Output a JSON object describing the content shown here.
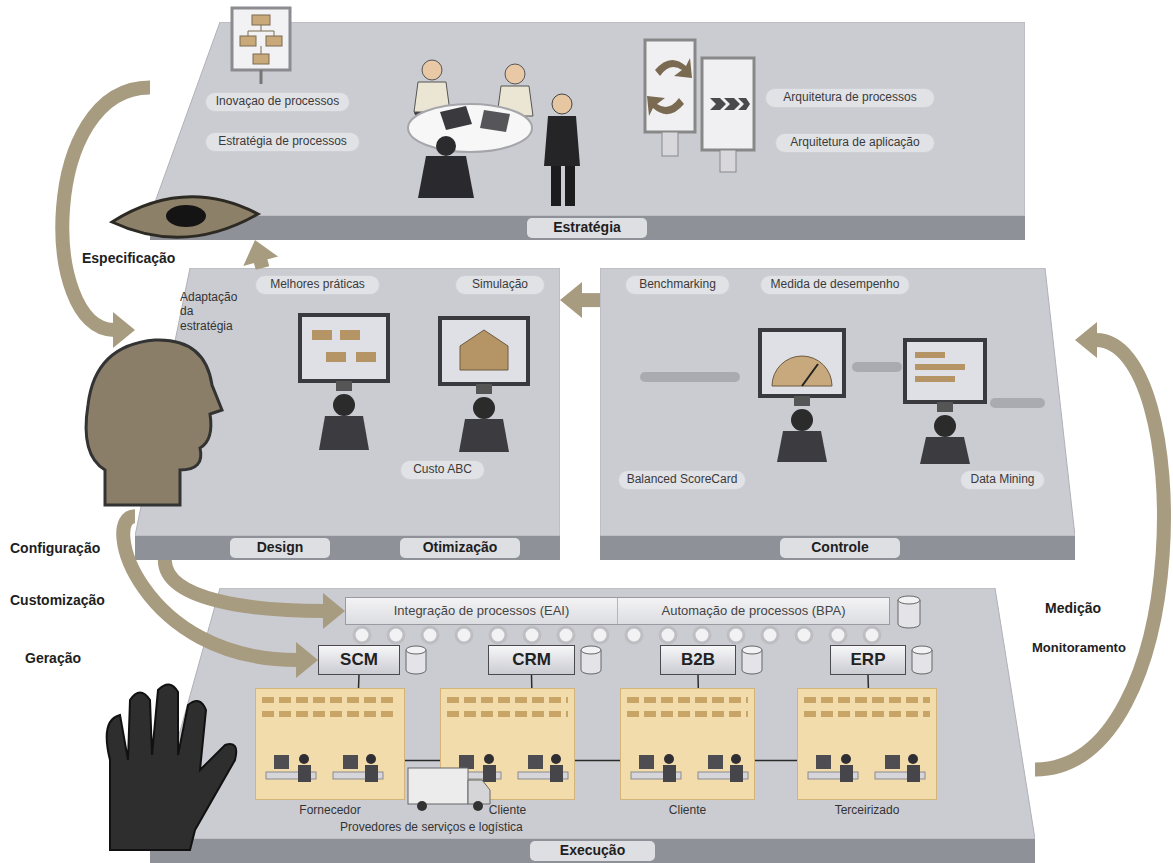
{
  "diagram": {
    "nodes": [
      {
        "text": [
          "Estratégia"
        ]
      },
      {
        "text": [
          "Inovaçao de processos"
        ],
        "in": 0
      },
      {
        "text": [
          "Estratégia de processos"
        ],
        "in": 0
      },
      {
        "text": [
          "Arquitetura de processos"
        ],
        "in": 0
      },
      {
        "text": [
          "Arquitetura de aplicação"
        ],
        "in": 0
      },
      {
        "text": [
          "Design",
          "Otimização"
        ]
      },
      {
        "text": [
          "Melhores práticas"
        ],
        "in": 5
      },
      {
        "text": [
          "Simulação"
        ],
        "in": 5
      },
      {
        "text": [
          "Custo ABC"
        ],
        "in": 5
      },
      {
        "text": [
          "Controle"
        ]
      },
      {
        "text": [
          "Benchmarking"
        ],
        "in": 9
      },
      {
        "text": [
          "Medida de desempenho"
        ],
        "in": 9
      },
      {
        "text": [
          "Balanced ScoreCard"
        ],
        "in": 9
      },
      {
        "text": [
          "Data Mining"
        ],
        "in": 9
      },
      {
        "text": [
          "Execução"
        ]
      },
      {
        "text": [
          "Integração de processos (EAI)",
          "Automação de processos (BPA)"
        ],
        "in": 14
      },
      {
        "text": [
          "SCM"
        ],
        "in": 14
      },
      {
        "text": [
          "CRM"
        ],
        "in": 14
      },
      {
        "text": [
          "B2B"
        ],
        "in": 14
      },
      {
        "text": [
          "ERP"
        ],
        "in": 14
      },
      {
        "text": [
          "Fornecedor"
        ],
        "in": 14
      },
      {
        "text": [
          "Cliente"
        ],
        "in": 14
      },
      {
        "text": [
          "Cliente"
        ],
        "in": 14
      },
      {
        "text": [
          "Terceirizado"
        ],
        "in": 14
      }
    ],
    "edges": [
      {
        "from": 0,
        "to": 5,
        "arrow": "to",
        "label": "Especificação"
      },
      {
        "from": 5,
        "to": 0,
        "arrow": "to",
        "label": "Adaptação da estratégia"
      },
      {
        "from": 9,
        "to": 5,
        "arrow": "to"
      },
      {
        "from": 5,
        "to": 15,
        "arrow": "to",
        "label": "Configuração"
      },
      {
        "from": 5,
        "to": 16,
        "arrow": "to",
        "label": "Geração"
      },
      {
        "from": 14,
        "to": 9,
        "arrow": "to",
        "label": "Medição"
      },
      {
        "from": 16,
        "to": 20,
        "arrow": "none"
      },
      {
        "from": 17,
        "to": 21,
        "arrow": "none"
      },
      {
        "from": 18,
        "to": 22,
        "arrow": "none"
      },
      {
        "from": 19,
        "to": 23,
        "arrow": "none"
      },
      {
        "from": 20,
        "to": 21,
        "arrow": "none"
      },
      {
        "from": 21,
        "to": 22,
        "arrow": "none"
      },
      {
        "from": 22,
        "to": 23,
        "arrow": "none"
      }
    ],
    "labels": [
      "Customização",
      "Monitoramento",
      "Provedores de serviços e logística"
    ]
  }
}
